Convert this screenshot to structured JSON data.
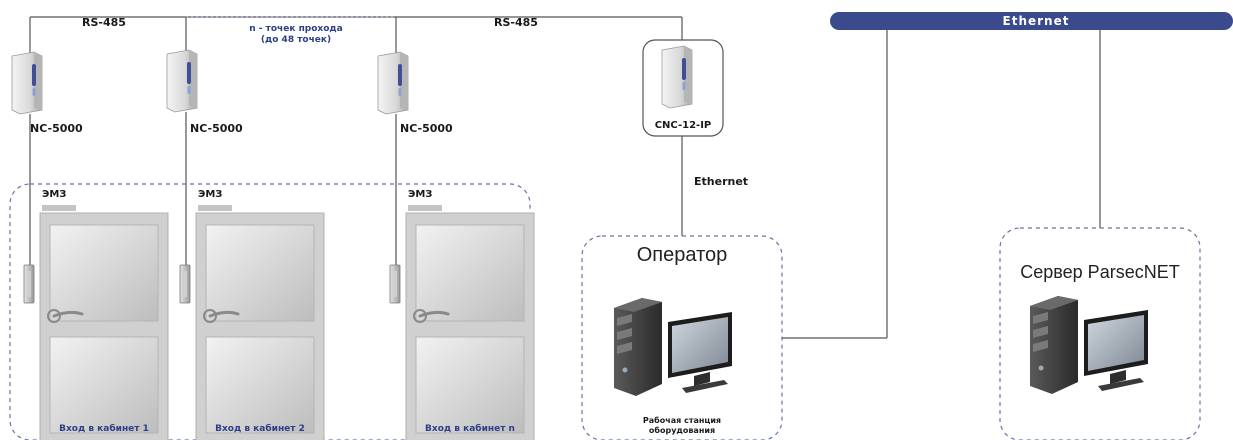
{
  "bus": {
    "rs485_left": "RS-485",
    "rs485_right": "RS-485",
    "ethernet_bus": "Ethernet",
    "ethernet_link": "Ethernet"
  },
  "note": {
    "line1": "n - точек прохода",
    "line2": "(до 48 точек)"
  },
  "controllers": [
    {
      "label": "NC-5000"
    },
    {
      "label": "NC-5000"
    },
    {
      "label": "NC-5000"
    }
  ],
  "cnc": {
    "label": "CNC-12-IP"
  },
  "doors": [
    {
      "lock": "ЭМЗ",
      "caption": "Вход в кабинет 1"
    },
    {
      "lock": "ЭМЗ",
      "caption": "Вход в кабинет 2"
    },
    {
      "lock": "ЭМЗ",
      "caption": "Вход в кабинет n"
    }
  ],
  "operator": {
    "title": "Оператор",
    "caption_line1": "Рабочая станция",
    "caption_line2": "оборудования"
  },
  "server": {
    "title": "Сервер ParsecNET"
  },
  "colors": {
    "bus": "#3b4a8c",
    "line": "#555555",
    "door": "#d4d4d4",
    "dashed": "#6a72a8",
    "caption_blue": "#2c3f87"
  }
}
